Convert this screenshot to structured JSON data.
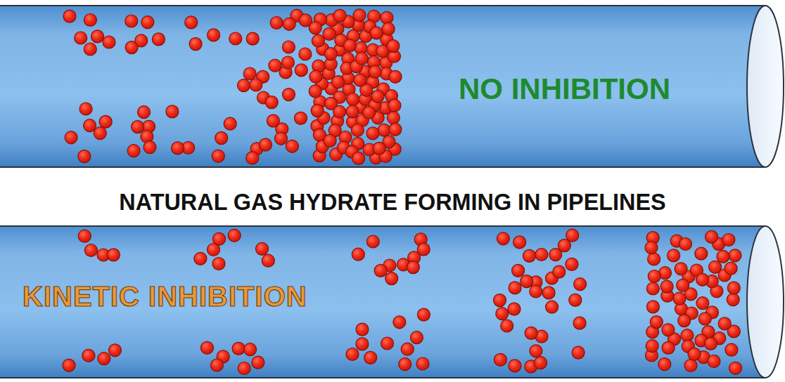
{
  "diagram": {
    "title": "NATURAL GAS HYDRATE FORMING IN PIPELINES",
    "nodes": [
      {
        "text": [
          "NO INHIBITION"
        ]
      },
      {
        "text": [
          "KINETIC INHIBITION"
        ]
      }
    ]
  }
}
